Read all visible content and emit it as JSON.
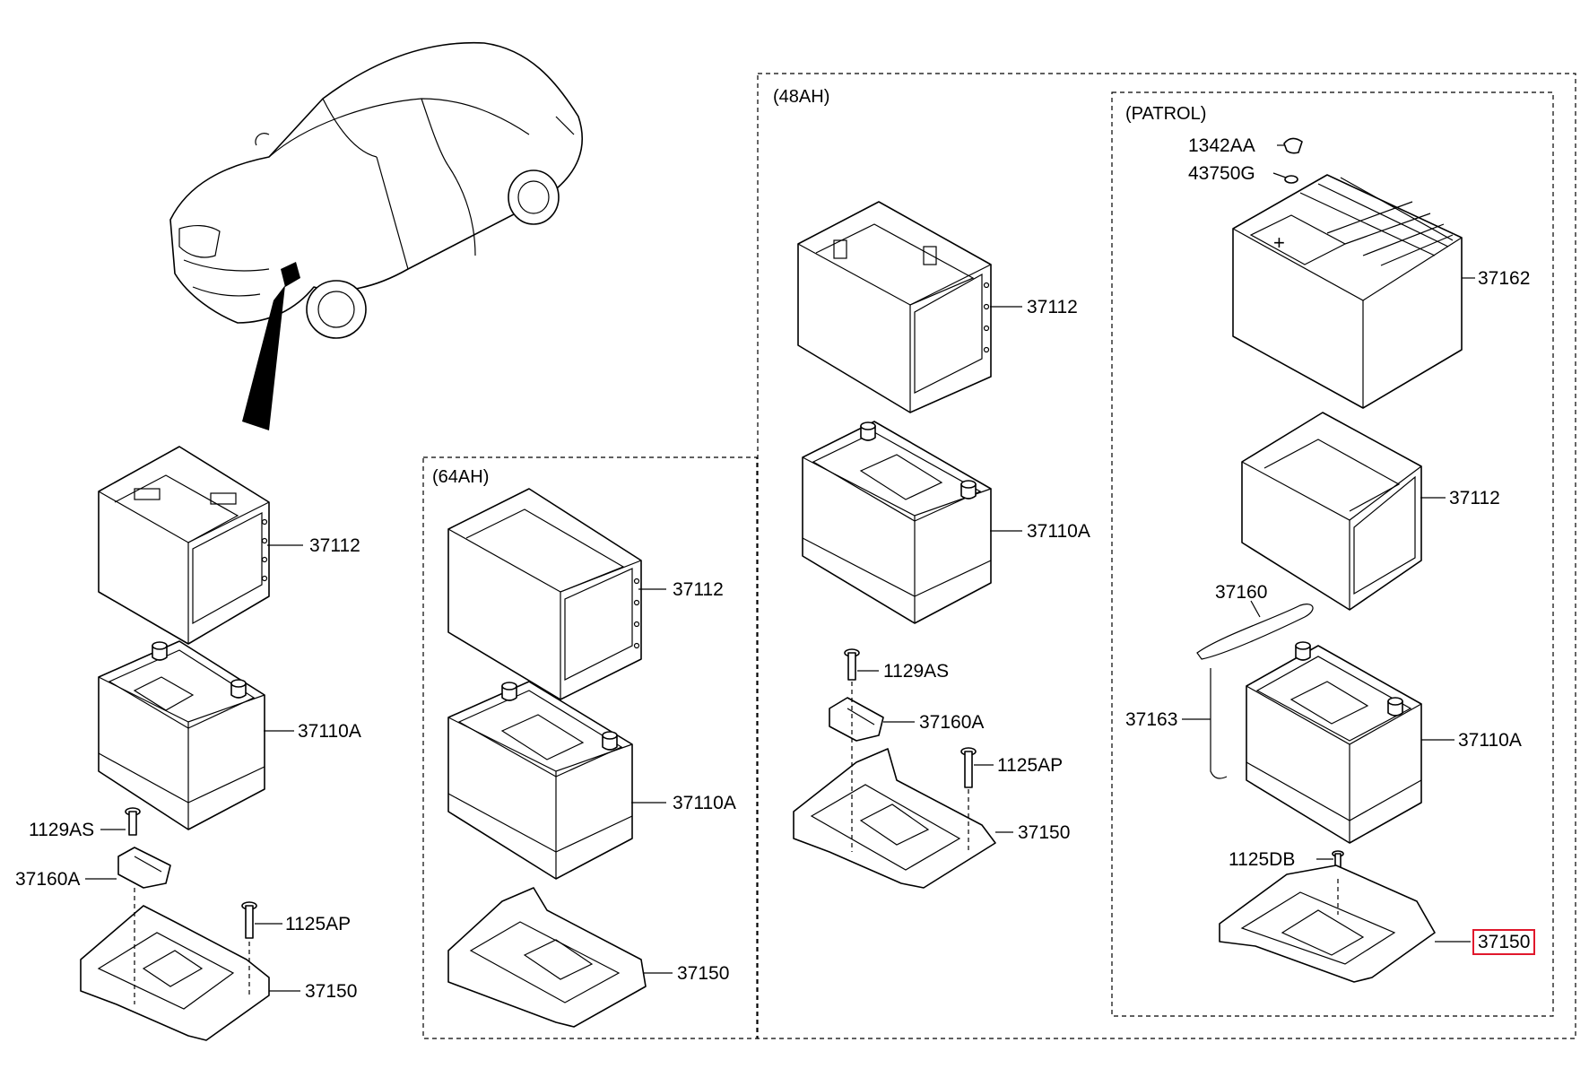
{
  "groups": {
    "ah64": "(64AH)",
    "ah48": "(48AH)",
    "patrol": "(PATROL)"
  },
  "parts": {
    "left": {
      "tray": "37112",
      "battery": "37110A",
      "bolt_1129": "1129AS",
      "clamp": "37160A",
      "bolt_1125": "1125AP",
      "base": "37150"
    },
    "ah64": {
      "tray": "37112",
      "battery": "37110A",
      "base": "37150"
    },
    "ah48": {
      "tray": "37112",
      "battery": "37110A",
      "bolt_1129": "1129AS",
      "clamp": "37160A",
      "bolt_1125": "1125AP",
      "base": "37150"
    },
    "patrol": {
      "wingnut": "1342AA",
      "washer": "43750G",
      "battery_top": "37162",
      "tray": "37112",
      "rod_loop": "37160",
      "rod": "37163",
      "battery": "37110A",
      "bolt_1125": "1125DB",
      "base": "37150"
    }
  },
  "highlight": {
    "part": "37150",
    "color": "#e0182c"
  }
}
